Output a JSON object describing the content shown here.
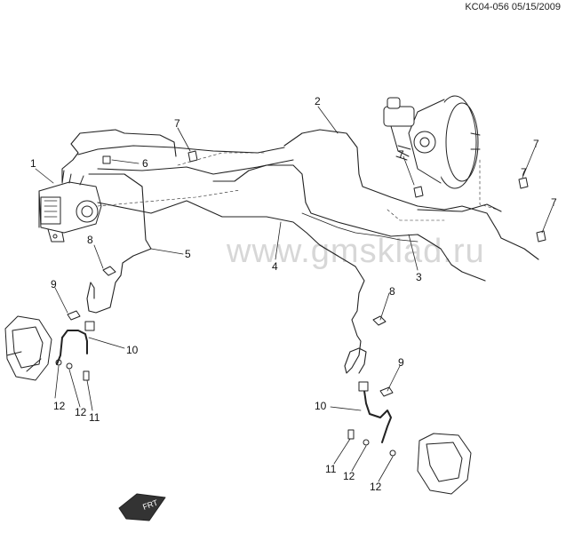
{
  "header": {
    "code": "KC04-056 05/15/2009"
  },
  "watermark": "www.gmsklad.ru",
  "callouts": {
    "c1": "1",
    "c2": "2",
    "c3": "3",
    "c4": "4",
    "c5": "5",
    "c6": "6",
    "c7a": "7",
    "c7b": "7",
    "c7c": "7",
    "c7d": "7",
    "c7e": "7",
    "c8a": "8",
    "c8b": "8",
    "c9a": "9",
    "c9b": "9",
    "c10a": "10",
    "c10b": "10",
    "c11a": "11",
    "c11b": "11",
    "c12a": "12",
    "c12b": "12",
    "c12c": "12",
    "c12d": "12"
  },
  "badge": {
    "text": "FRT"
  }
}
